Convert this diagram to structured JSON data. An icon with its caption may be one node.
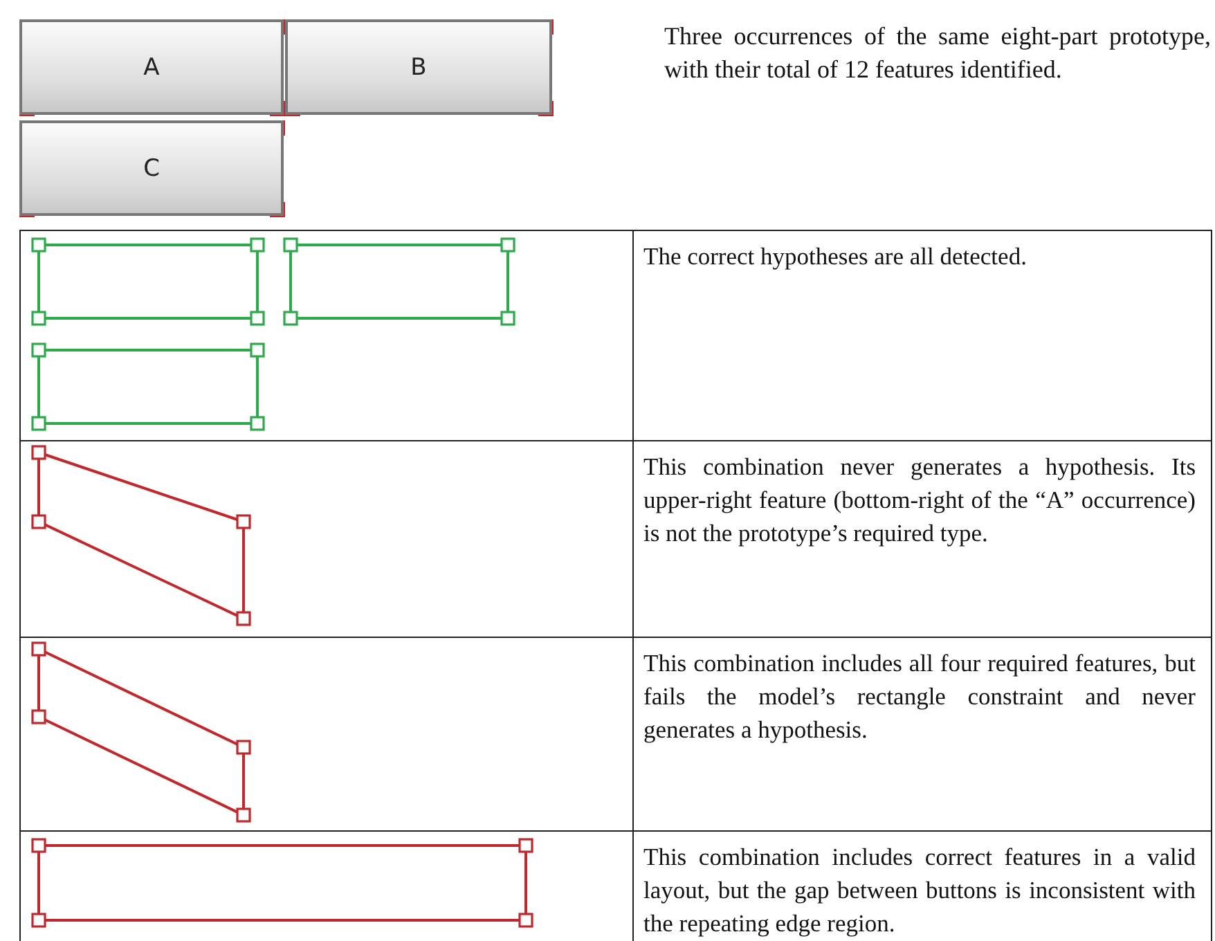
{
  "diagram": {
    "nodes": [
      {
        "text": [
          "A"
        ]
      },
      {
        "text": [
          "B"
        ]
      },
      {
        "text": [
          "C"
        ]
      }
    ],
    "labels": [
      "Three occurrences of the same eight-part prototype, with their total of 12 features identified.",
      "The correct hypotheses are all detected.",
      "This combination never generates a hypothesis. Its upper-right feature (bottom-right of the “A” occurrence) is not the prototype’s required type.",
      "This combination includes all four required features, but fails the model’s rectangle constraint and never generates a hypothesis.",
      "This combination includes correct features in a valid layout, but the gap between buttons is inconsistent with the repeating edge region."
    ]
  }
}
